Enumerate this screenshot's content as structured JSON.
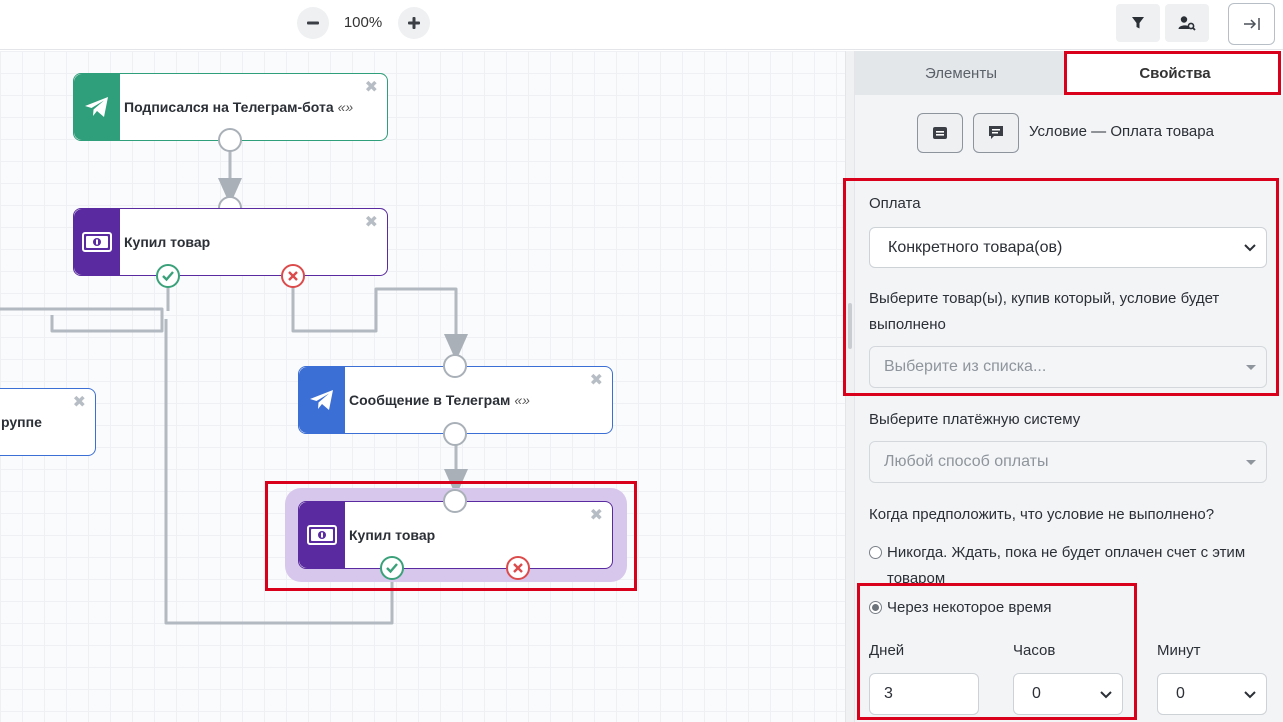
{
  "toolbar": {
    "zoom_out_icon": "minus-icon",
    "zoom_in_icon": "plus-icon",
    "zoom_level": "100%",
    "filter_icon": "filter-icon",
    "user_search_icon": "user-search-icon",
    "exit_icon": "arrow-to-right-icon"
  },
  "canvas": {
    "nodes": [
      {
        "title": "Подписался на Телеграм-бота",
        "suffix": "«»",
        "icon": "telegram-icon",
        "color": "#2f9e7a"
      },
      {
        "title": "Купил товар",
        "suffix": "",
        "icon": "money-icon",
        "color": "#5a2ba0"
      },
      {
        "title": "руппе",
        "suffix": "",
        "icon": "",
        "color": "#3b6fd6"
      },
      {
        "title": "Сообщение в Телеграм",
        "suffix": "«»",
        "icon": "telegram-icon",
        "color": "#3b6fd6"
      },
      {
        "title": "Купил товар",
        "suffix": "",
        "icon": "money-icon",
        "color": "#5a2ba0"
      }
    ],
    "close_glyph": "✖"
  },
  "panel": {
    "tabs": [
      {
        "label": "Элементы",
        "active": false
      },
      {
        "label": "Свойства",
        "active": true
      }
    ],
    "condition_title": "Условие — Оплата товара",
    "payment_label": "Оплата",
    "payment_value": "Конкретного товара(ов)",
    "products_label": "Выберите товар(ы), купив который, условие будет выполнено",
    "products_placeholder": "Выберите из списка...",
    "paysystem_label": "Выберите платёжную систему",
    "paysystem_placeholder": "Любой способ оплаты",
    "when_label": "Когда предположить, что условие не выполнено?",
    "radio_never": "Никогда. Ждать, пока не будет оплачен счет с этим товаром",
    "radio_after": "Через некоторое время",
    "days_label": "Дней",
    "days_value": "3",
    "hours_label": "Часов",
    "hours_value": "0",
    "minutes_label": "Минут",
    "minutes_value": "0"
  },
  "colors": {
    "accent_red": "#d9001b",
    "ok_green": "#3aa17a",
    "fail_red": "#dc4b4b",
    "purple": "#5a2ba0",
    "telegram_green": "#2f9e7a",
    "telegram_blue": "#3b6fd6"
  }
}
